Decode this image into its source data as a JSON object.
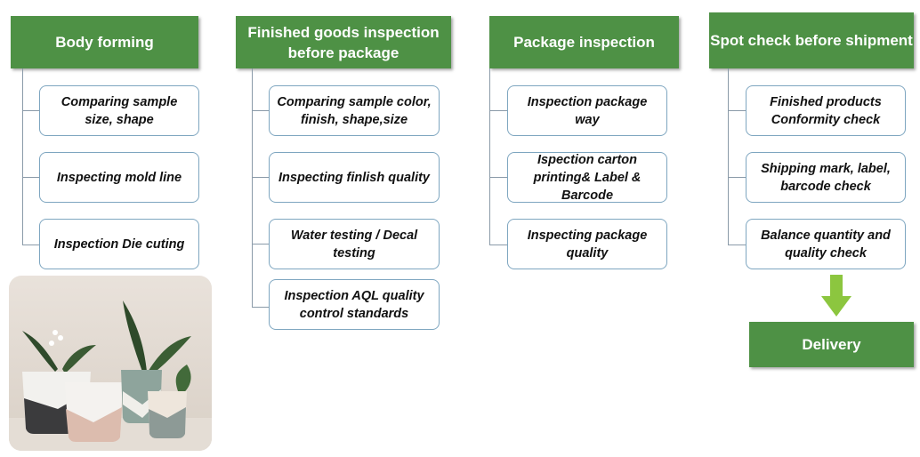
{
  "columns": [
    {
      "header": "Body forming",
      "items": [
        "Comparing sample size, shape",
        "Inspecting mold line",
        "Inspection Die cuting"
      ]
    },
    {
      "header": "Finished goods inspection before package",
      "items": [
        "Comparing sample color, finish, shape,size",
        "Inspecting finlish quality",
        "Water testing / Decal testing",
        "Inspection AQL quality control standards"
      ]
    },
    {
      "header": "Package inspection",
      "items": [
        "Inspection package way",
        "Ispection carton printing& Label & Barcode",
        "Inspecting package quality"
      ]
    },
    {
      "header": "Spot check before shipment",
      "items": [
        "Finished products Conformity  check",
        "Shipping mark, label, barcode check",
        "Balance quantity and quality check"
      ]
    }
  ],
  "delivery": "Delivery",
  "colors": {
    "header_green": "#4e9145",
    "arrow_green": "#8cc63f",
    "box_border": "#7ea6c0",
    "connector": "#8a9aa8"
  },
  "icons": {
    "flow_arrow": "down-arrow-icon",
    "photo": "plant-pots-photo"
  }
}
